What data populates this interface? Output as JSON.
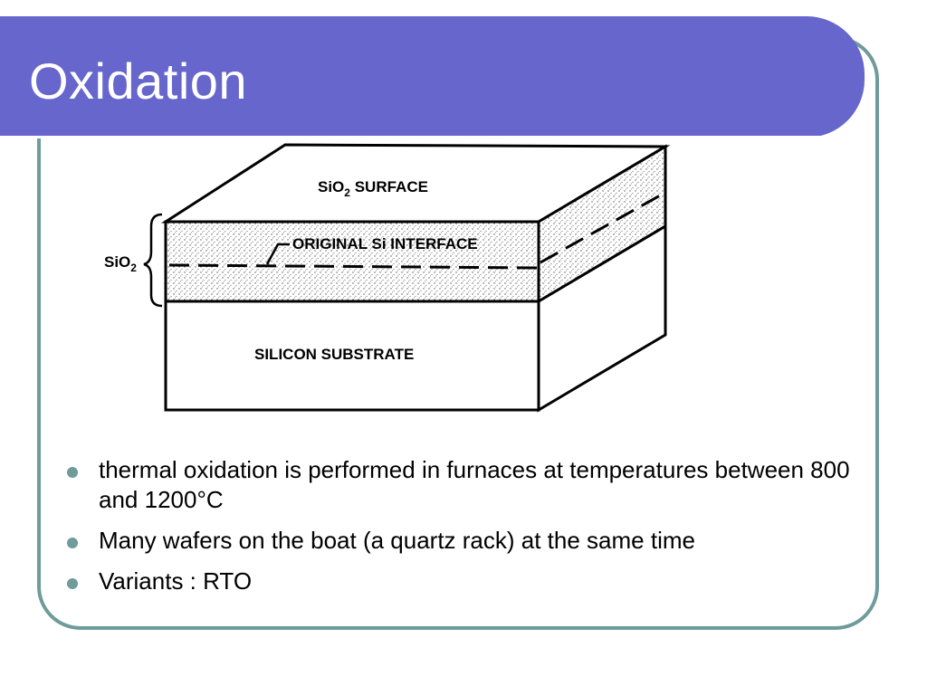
{
  "slide": {
    "title": "Oxidation"
  },
  "diagram": {
    "top_label_main": "SiO",
    "top_label_sub": "2",
    "top_label_rest": " SURFACE",
    "side_label_main": "SiO",
    "side_label_sub": "2",
    "interface_label": "ORIGINAL Si INTERFACE",
    "substrate_label": "SILICON SUBSTRATE"
  },
  "bullets": [
    {
      "text": "thermal oxidation is performed in furnaces at temperatures between 800 and 1200°C"
    },
    {
      "text": "Many wafers on the boat (a quartz rack) at the same time"
    },
    {
      "text": "Variants : RTO"
    }
  ],
  "colors": {
    "title_bar": "#6666cc",
    "frame": "#6f9b9b",
    "bullet": "#6f9b9b"
  }
}
